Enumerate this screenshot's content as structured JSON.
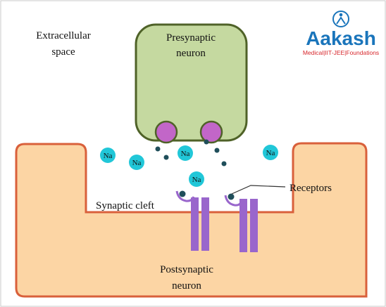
{
  "labels": {
    "extracellular_line1": "Extracellular",
    "extracellular_line2": "space",
    "presynaptic_line1": "Presynaptic",
    "presynaptic_line2": "neuron",
    "postsynaptic_line1": "Postsynaptic",
    "postsynaptic_line2": "neuron",
    "synaptic_cleft": "Synaptic cleft",
    "receptors": "Receptors"
  },
  "ion_label": "Na",
  "logo": {
    "name": "Aakash",
    "tagline": "Medical|IIT-JEE|Foundations"
  },
  "colors": {
    "presynaptic_fill": "#c5d9a0",
    "presynaptic_stroke": "#4f6228",
    "postsynaptic_fill": "#fcd5a4",
    "postsynaptic_stroke": "#d9603b",
    "vesicle": "#c266c8",
    "ion": "#21c7d8",
    "neurotransmitter": "#1f4e5a",
    "receptor": "#9966cc",
    "logo_blue": "#1a75bb",
    "logo_red": "#d7262b"
  }
}
